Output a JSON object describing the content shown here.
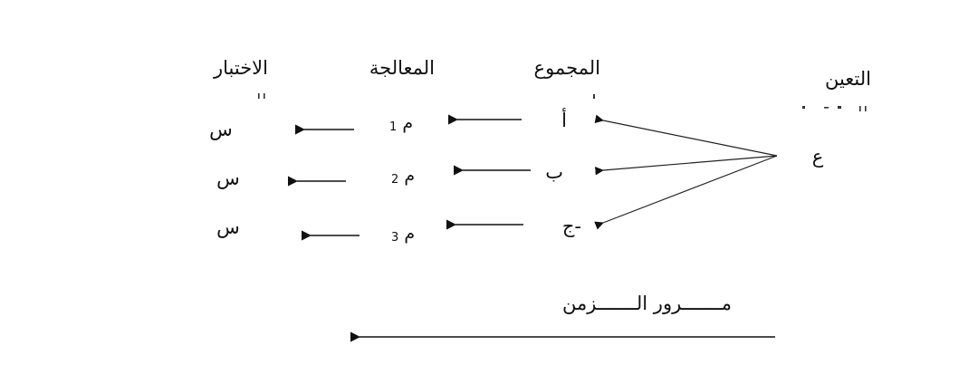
{
  "headers": {
    "assignment": "التعين",
    "group": "المجموع",
    "treatment": "المعالجة",
    "test": "الاختبار"
  },
  "assignment_symbol": "ع",
  "rows": [
    {
      "group": "أ",
      "treatment_letter": "م",
      "treatment_sub": "1",
      "test": "س"
    },
    {
      "group": "ب",
      "treatment_letter": "م",
      "treatment_sub": "2",
      "test": "س"
    },
    {
      "group": "ج-",
      "treatment_letter": "م",
      "treatment_sub": "3",
      "test": "س"
    }
  ],
  "time_label": "مـــــــرور الـــــــزمن",
  "colors": {
    "ink": "#111111",
    "background": "#ffffff"
  }
}
